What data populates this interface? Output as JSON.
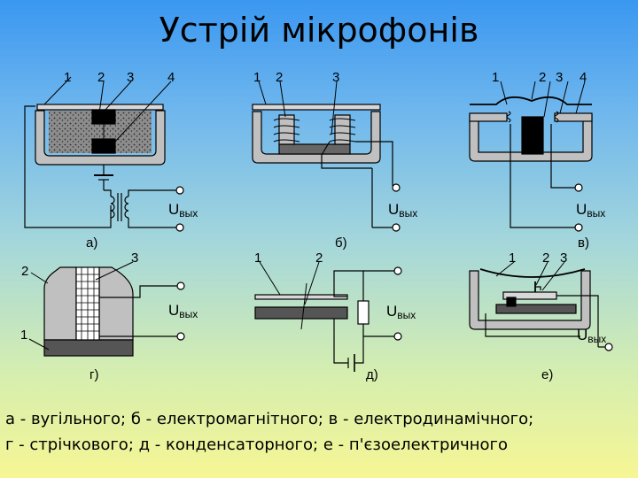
{
  "title": "Устрій мікрофонів",
  "panels": {
    "a": {
      "letter": "а)",
      "numbers": [
        "1",
        "2",
        "3",
        "4"
      ],
      "output_main": "U",
      "output_sub": "вых"
    },
    "b": {
      "letter": "б)",
      "numbers": [
        "1",
        "2",
        "3"
      ],
      "output_main": "U",
      "output_sub": "вых"
    },
    "v": {
      "letter": "в)",
      "numbers": [
        "1",
        "2",
        "3",
        "4"
      ],
      "output_main": "U",
      "output_sub": "вых"
    },
    "g": {
      "letter": "г)",
      "numbers": [
        "2",
        "3",
        "1"
      ],
      "output_main": "U",
      "output_sub": "вых"
    },
    "d": {
      "letter": "д)",
      "numbers": [
        "1",
        "2"
      ],
      "output_main": "U",
      "output_sub": "вых"
    },
    "e": {
      "letter": "е)",
      "numbers": [
        "1",
        "2",
        "3"
      ],
      "output_main": "U",
      "output_sub": "вых"
    }
  },
  "caption": {
    "line1": "а - вугільного; б - електромагнітного; в - електродинамічного;",
    "line2": "г - стрічкового; д - конденсаторного; е - п'єзоелектричного"
  },
  "colors": {
    "housing": "#c0c0c0",
    "dark_part": "#555555",
    "magnet_black": "#000000",
    "carbon_fill": "#8c8c8c"
  }
}
